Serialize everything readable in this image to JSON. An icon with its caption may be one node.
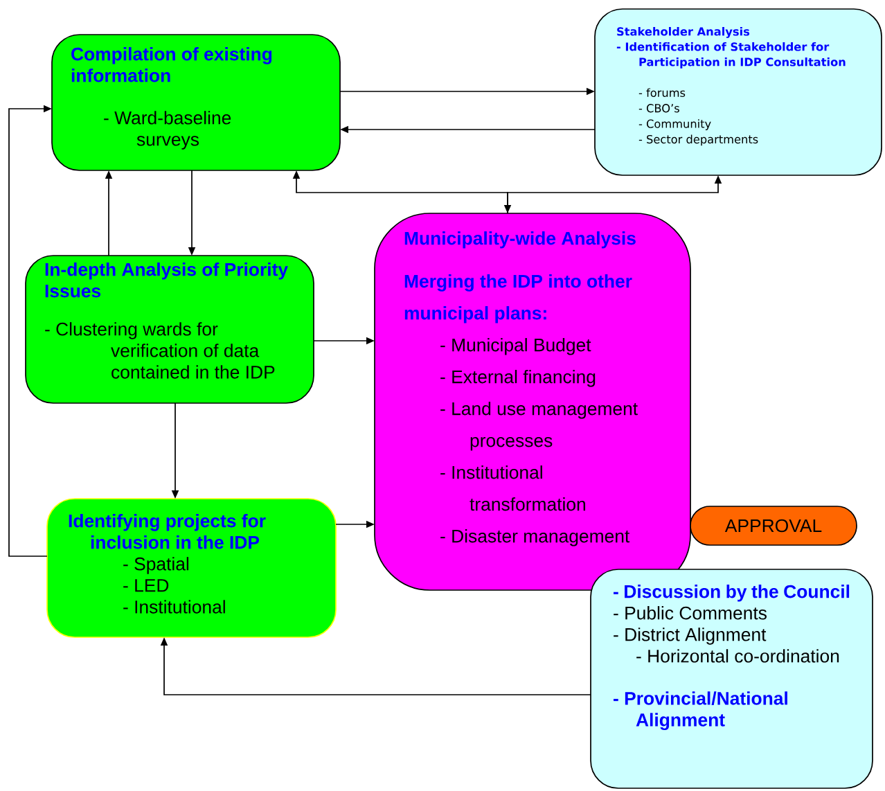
{
  "diagram": {
    "nodes": [
      {
        "text": [
          "Compilation of existing information",
          "- Ward-baseline surveys"
        ]
      },
      {
        "text": [
          "Stakeholder Analysis",
          "- Identification of Stakeholder for Participation in IDP Consultation",
          "- forums",
          "- CBO’s",
          "- Community",
          "- Sector departments"
        ]
      },
      {
        "text": [
          "In-depth Analysis of Priority Issues",
          "- Clustering wards for verification of data contained in the IDP"
        ]
      },
      {
        "text": [
          "Municipality-wide Analysis",
          "Merging the IDP into other municipal plans:",
          "- Municipal Budget",
          "- External financing",
          "- Land use management processes",
          "- Institutional transformation",
          "- Disaster management"
        ]
      },
      {
        "text": [
          "Identifying projects for inclusion in the IDP",
          "- Spatial",
          "- LED",
          "- Institutional"
        ]
      },
      {
        "text": [
          "APPROVAL"
        ]
      },
      {
        "text": [
          "- Discussion by the Council",
          "- Public Comments",
          "- District Alignment",
          "- Horizontal co-ordination",
          "- Provincial/National Alignment"
        ]
      }
    ],
    "edges": [
      {
        "from": 0,
        "to": 1,
        "arrow": "to"
      },
      {
        "from": 1,
        "to": 0,
        "arrow": "to"
      },
      {
        "from": 0,
        "to": 2,
        "arrow": "to"
      },
      {
        "from": 2,
        "to": 0,
        "arrow": "to"
      },
      {
        "from": 2,
        "to": 3,
        "arrow": "to"
      },
      {
        "from": 2,
        "to": 4,
        "arrow": "to"
      },
      {
        "from": 4,
        "to": 3,
        "arrow": "to"
      },
      {
        "from": 4,
        "to": 0,
        "arrow": "to"
      },
      {
        "from": 6,
        "to": 4,
        "arrow": "to"
      },
      {
        "from": 0,
        "to": 3,
        "arrow": "both"
      },
      {
        "from": 3,
        "to": 1,
        "arrow": "to"
      }
    ]
  }
}
